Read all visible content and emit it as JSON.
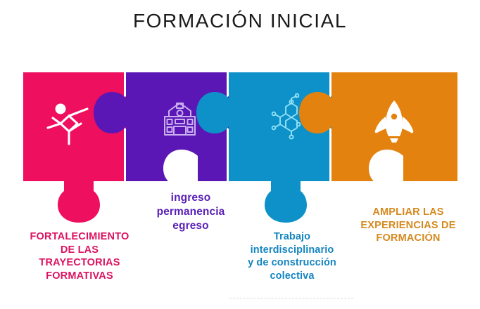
{
  "header": {
    "title": "FORMACIÓN INICIAL"
  },
  "colors": {
    "pink": "#EE0F5F",
    "purple": "#5B17B5",
    "blue": "#0D91C8",
    "orange": "#E4820F",
    "pink_text": "#DC1360",
    "purple_text": "#5B21B6",
    "blue_text": "#1585C0",
    "orange_text": "#D5891E",
    "title_text": "#1b1b1b",
    "background": "#FFFFFF"
  },
  "pieces": [
    {
      "id": "piece-1",
      "color": "#EE0F5F",
      "icon": "person-figure-icon",
      "icon_style": "outline-stick-figure",
      "caption_color": "#DC1360",
      "caption_lines": [
        "FORTALECIMIENTO",
        "DE LAS",
        "TRAYECTORIAS",
        "FORMATIVAS"
      ],
      "caption_text": "FORTALECIMIENTO DE LAS TRAYECTORIAS FORMATIVAS"
    },
    {
      "id": "piece-2",
      "color": "#5B17B5",
      "icon": "school-building-icon",
      "icon_style": "outline",
      "caption_color": "#5B21B6",
      "caption_lines": [
        "ingreso",
        "permanencia",
        "egreso"
      ],
      "caption_text": "ingreso permanencia egreso"
    },
    {
      "id": "piece-3",
      "color": "#0D91C8",
      "icon": "molecule-icon",
      "icon_style": "outline",
      "caption_color": "#1585C0",
      "caption_lines": [
        "Trabajo",
        "interdisciplinario",
        "y de construcción",
        "colectiva"
      ],
      "caption_text": "Trabajo interdisciplinario y de construcción colectiva"
    },
    {
      "id": "piece-4",
      "color": "#E4820F",
      "icon": "rocket-icon",
      "icon_style": "solid",
      "caption_color": "#D5891E",
      "caption_lines": [
        "AMPLIAR LAS",
        "EXPERIENCIAS DE",
        "FORMACIÓN"
      ],
      "caption_text": "AMPLIAR LAS EXPERIENCIAS DE FORMACIÓN"
    }
  ]
}
